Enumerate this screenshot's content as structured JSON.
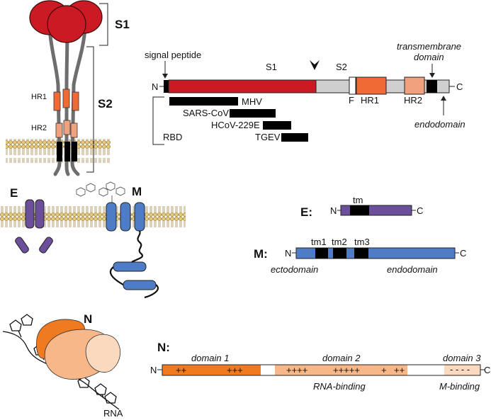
{
  "spike": {
    "s1_label": "S1",
    "s2_label": "S2",
    "hr1_label": "HR1",
    "hr2_label": "HR2",
    "diagram": {
      "n_term": "N",
      "c_term": "C",
      "signal_peptide": "signal peptide",
      "s1": "S1",
      "s2": "S2",
      "f": "F",
      "hr1": "HR1",
      "hr2": "HR2",
      "transmembrane_line1": "transmembrane",
      "transmembrane_line2": "domain",
      "endodomain": "endodomain",
      "rbd": "RBD",
      "rbd_viruses": [
        "MHV",
        "SARS-CoV",
        "HCoV-229E",
        "TGEV"
      ]
    }
  },
  "envelope": {
    "label": "E",
    "diagram_label": "E:",
    "n_term": "N",
    "c_term": "C",
    "tm": "tm"
  },
  "membrane_protein": {
    "label": "M",
    "diagram_label": "M:",
    "n_term": "N",
    "c_term": "C",
    "tm1": "tm1",
    "tm2": "tm2",
    "tm3": "tm3",
    "ectodomain": "ectodomain",
    "endodomain": "endodomain"
  },
  "nucleocapsid": {
    "label": "N",
    "diagram_label": "N:",
    "n_term": "N",
    "c_term": "C",
    "rna": "RNA",
    "domain1": "domain 1",
    "domain2": "domain 2",
    "domain3": "domain 3",
    "charges_d1a": "++",
    "charges_d1b": "+++",
    "charges_d2a": "++++",
    "charges_d2b": "+++++",
    "charges_d2c": "+",
    "charges_d2d": "++",
    "charges_d3": "- - - -",
    "rna_binding": "RNA-binding",
    "m_binding": "M-binding"
  },
  "colors": {
    "s1_red": "#cc1a24",
    "s2_grey": "#cfcfcf",
    "hr1_orange": "#f06a35",
    "hr2_salmon": "#f0a27e",
    "e_purple": "#6b4f9a",
    "m_blue": "#4f7cc6",
    "n_orange": "#f07a20",
    "n_light": "#f7b789",
    "n_pale": "#fbd9bf",
    "membrane": "#e8c97a"
  }
}
